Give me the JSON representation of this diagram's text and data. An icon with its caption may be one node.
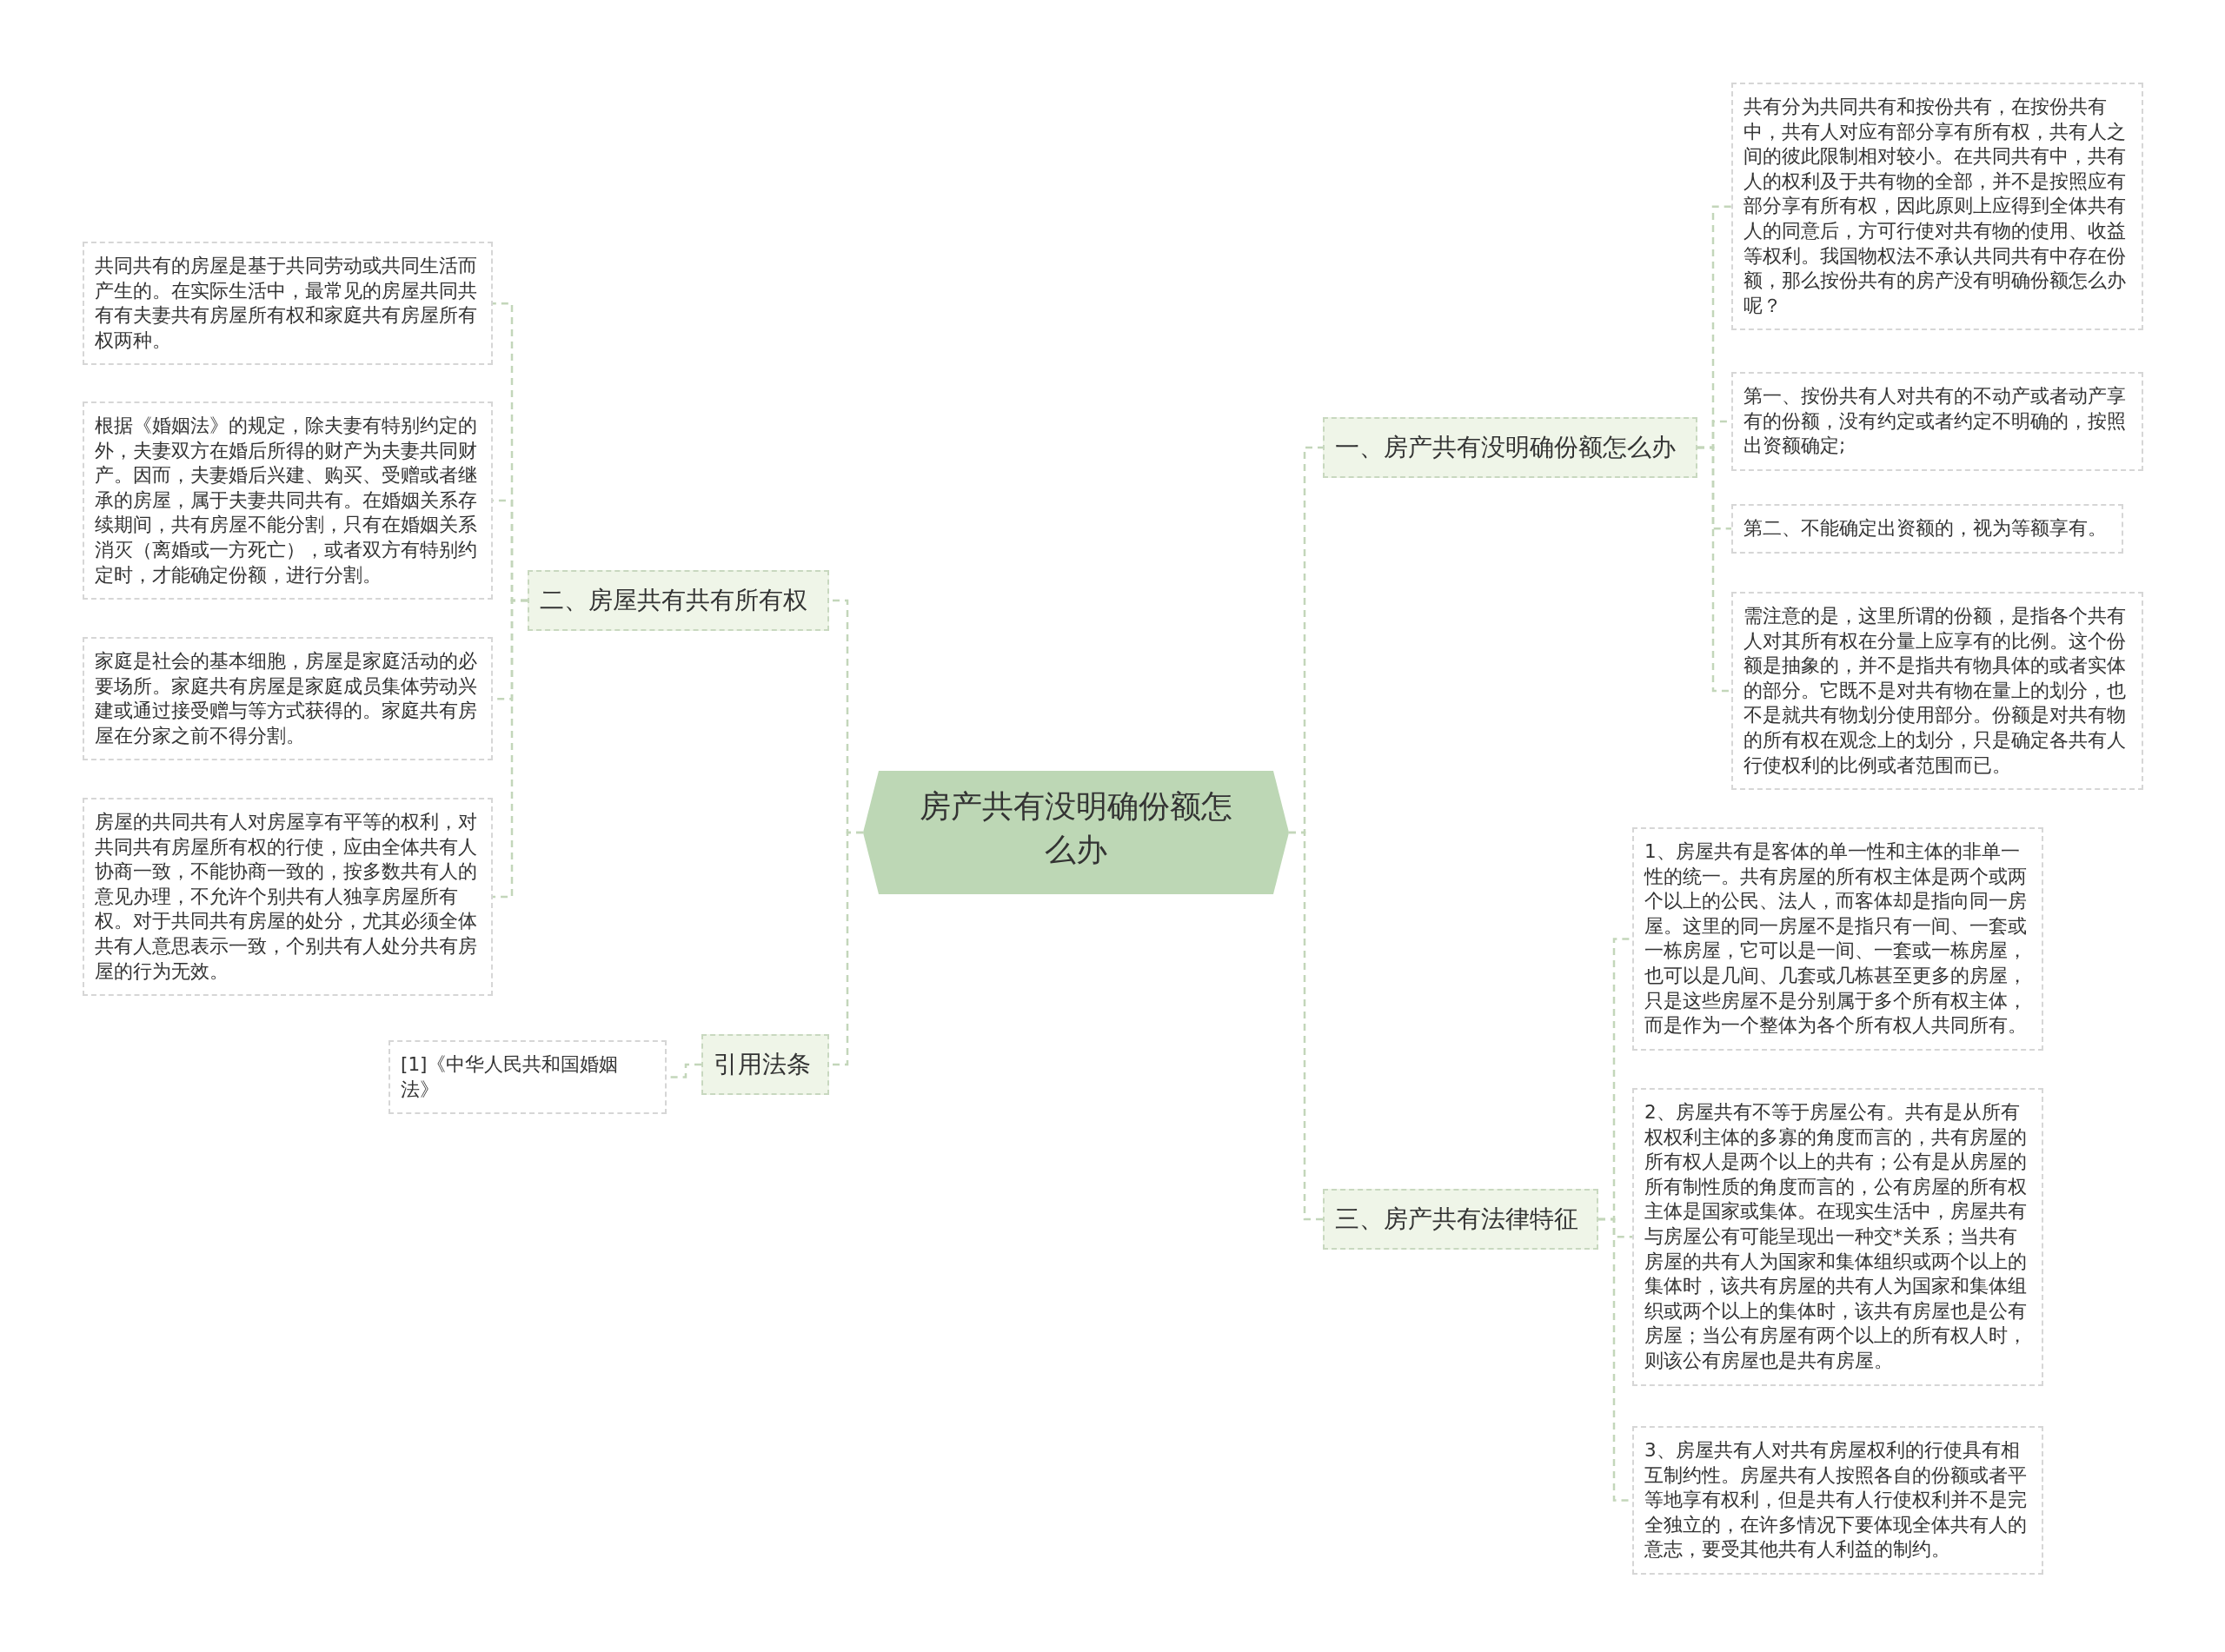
{
  "diagram": {
    "nodes": [
      {
        "text": [
          "房产共有没明确份额怎么办"
        ]
      },
      {
        "text": [
          "一、房产共有没明确份额怎么办"
        ]
      },
      {
        "text": [
          "共有分为共同共有和按份共有，在按份共有中，共有人对应有部分享有所有权，共有人之间的彼此限制相对较小。在共同共有中，共有人的权利及于共有物的全部，并不是按照应有部分享有所有权，因此原则上应得到全体共有人的同意后，方可行使对共有物的使用、收益等权利。我国物权法不承认共同共有中存在份额，那么按份共有的房产没有明确份额怎么办呢？"
        ]
      },
      {
        "text": [
          "第一、按份共有人对共有的不动产或者动产享有的份额，没有约定或者约定不明确的，按照出资额确定;"
        ]
      },
      {
        "text": [
          "第二、不能确定出资额的，视为等额享有。"
        ]
      },
      {
        "text": [
          "需注意的是，这里所谓的份额，是指各个共有人对其所有权在分量上应享有的比例。这个份额是抽象的，并不是指共有物具体的或者实体的部分。它既不是对共有物在量上的划分，也不是就共有物划分使用部分。份额是对共有物的所有权在观念上的划分，只是确定各共有人行使权利的比例或者范围而已。"
        ]
      },
      {
        "text": [
          "三、房产共有法律特征"
        ]
      },
      {
        "text": [
          "1、房屋共有是客体的单一性和主体的非单一性的统一。共有房屋的所有权主体是两个或两个以上的公民、法人，而客体却是指向同一房屋。这里的同一房屋不是指只有一间、一套或一栋房屋，它可以是一间、一套或一栋房屋，也可以是几间、几套或几栋甚至更多的房屋，只是这些房屋不是分别属于多个所有权主体，而是作为一个整体为各个所有权人共同所有。"
        ]
      },
      {
        "text": [
          "2、房屋共有不等于房屋公有。共有是从所有权权利主体的多寡的角度而言的，共有房屋的所有权人是两个以上的共有；公有是从房屋的所有制性质的角度而言的，公有房屋的所有权主体是国家或集体。在现实生活中，房屋共有与房屋公有可能呈现出一种交*关系；当共有房屋的共有人为国家和集体组织或两个以上的集体时，该共有房屋的共有人为国家和集体组织或两个以上的集体时，该共有房屋也是公有房屋；当公有房屋有两个以上的所有权人时，则该公有房屋也是共有房屋。"
        ]
      },
      {
        "text": [
          "3、房屋共有人对共有房屋权利的行使具有相互制约性。房屋共有人按照各自的份额或者平等地享有权利，但是共有人行使权利并不是完全独立的，在许多情况下要体现全体共有人的意志，要受其他共有人利益的制约。"
        ]
      },
      {
        "text": [
          "二、房屋共有共有所有权"
        ]
      },
      {
        "text": [
          "共同共有的房屋是基于共同劳动或共同生活而产生的。在实际生活中，最常见的房屋共同共有有夫妻共有房屋所有权和家庭共有房屋所有权两种。"
        ]
      },
      {
        "text": [
          "根据《婚姻法》的规定，除夫妻有特别约定的外，夫妻双方在婚后所得的财产为夫妻共同财产。因而，夫妻婚后兴建、购买、受赠或者继承的房屋，属于夫妻共同共有。在婚姻关系存续期间，共有房屋不能分割，只有在婚姻关系消灭（离婚或一方死亡），或者双方有特别约定时，才能确定份额，进行分割。"
        ]
      },
      {
        "text": [
          "家庭是社会的基本细胞，房屋是家庭活动的必要场所。家庭共有房屋是家庭成员集体劳动兴建或通过接受赠与等方式获得的。家庭共有房屋在分家之前不得分割。"
        ]
      },
      {
        "text": [
          "房屋的共同共有人对房屋享有平等的权利，对共同共有房屋所有权的行使，应由全体共有人协商一致，不能协商一致的，按多数共有人的意见办理，不允许个别共有人独享房屋所有权。对于共同共有房屋的处分，尤其必须全体共有人意思表示一致，个别共有人处分共有房屋的行为无效。"
        ]
      },
      {
        "text": [
          "引用法条"
        ]
      },
      {
        "text": [
          "[1]《中华人民共和国婚姻法》"
        ]
      }
    ],
    "edges": [
      {
        "from": 0,
        "to": 1,
        "arrow": "none",
        "style": "dashed"
      },
      {
        "from": 1,
        "to": 2,
        "arrow": "none",
        "style": "dashed"
      },
      {
        "from": 1,
        "to": 3,
        "arrow": "none",
        "style": "dashed"
      },
      {
        "from": 1,
        "to": 4,
        "arrow": "none",
        "style": "dashed"
      },
      {
        "from": 1,
        "to": 5,
        "arrow": "none",
        "style": "dashed"
      },
      {
        "from": 0,
        "to": 6,
        "arrow": "none",
        "style": "dashed"
      },
      {
        "from": 6,
        "to": 7,
        "arrow": "none",
        "style": "dashed"
      },
      {
        "from": 6,
        "to": 8,
        "arrow": "none",
        "style": "dashed"
      },
      {
        "from": 6,
        "to": 9,
        "arrow": "none",
        "style": "dashed"
      },
      {
        "from": 0,
        "to": 10,
        "arrow": "none",
        "style": "dashed"
      },
      {
        "from": 10,
        "to": 11,
        "arrow": "none",
        "style": "dashed"
      },
      {
        "from": 10,
        "to": 12,
        "arrow": "none",
        "style": "dashed"
      },
      {
        "from": 10,
        "to": 13,
        "arrow": "none",
        "style": "dashed"
      },
      {
        "from": 10,
        "to": 14,
        "arrow": "none",
        "style": "dashed"
      },
      {
        "from": 0,
        "to": 15,
        "arrow": "none",
        "style": "dashed"
      },
      {
        "from": 15,
        "to": 16,
        "arrow": "none",
        "style": "dashed"
      }
    ]
  }
}
